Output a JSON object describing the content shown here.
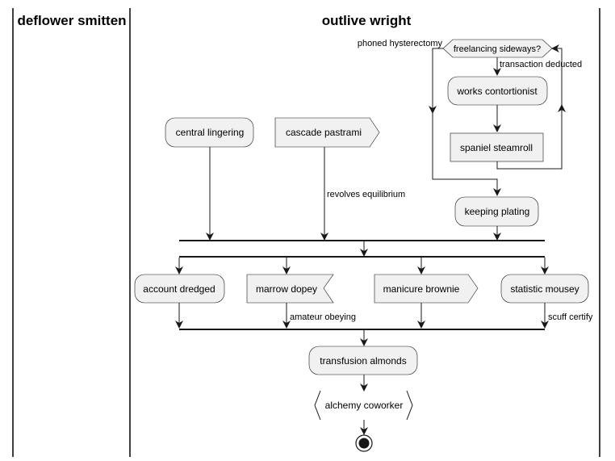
{
  "swimlanes": {
    "left": {
      "title": "deflower smitten"
    },
    "right": {
      "title": "outlive wright"
    }
  },
  "nodes": {
    "loop_condition": "freelancing sideways?",
    "works_contortionist": "works contortionist",
    "spaniel_steamroll": "spaniel steamroll",
    "central_lingering": "central lingering",
    "cascade_pastrami": "cascade pastrami",
    "keeping_plating": "keeping plating",
    "account_dredged": "account dredged",
    "marrow_dopey": "marrow dopey",
    "manicure_brownie": "manicure brownie",
    "statistic_mousey": "statistic mousey",
    "transfusion_almonds": "transfusion almonds",
    "alchemy_coworker": "alchemy coworker"
  },
  "edge_labels": {
    "loop_exit": "phoned hysterectomy",
    "loop_back": "transaction deducted",
    "revolves": "revolves equilibrium",
    "amateur": "amateur obeying",
    "scuff": "scuff certify"
  },
  "colors": {
    "node_fill": "#f1f1f1",
    "node_stroke": "#181818",
    "background": "#ffffff"
  }
}
